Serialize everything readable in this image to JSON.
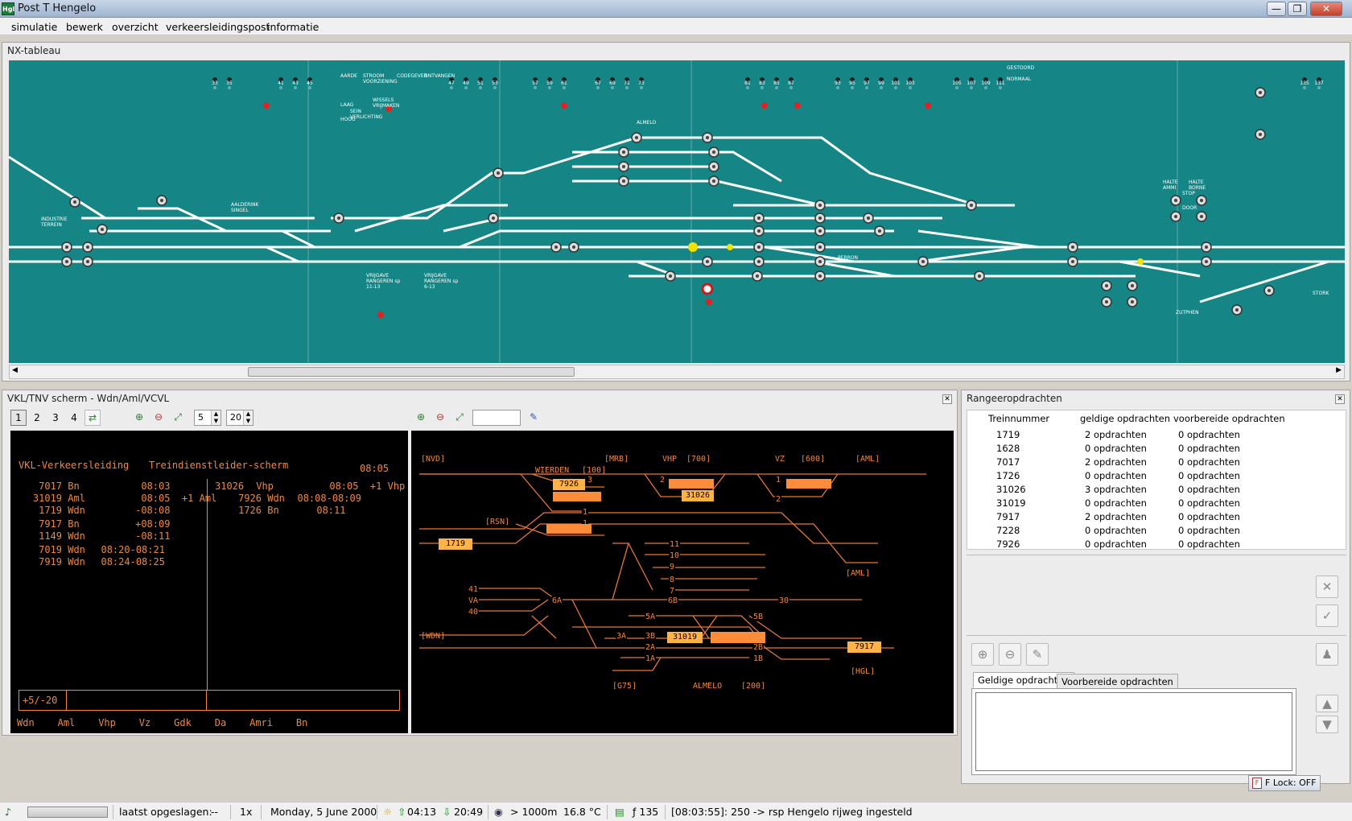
{
  "window": {
    "title": "Post T Hengelo",
    "app_icon": "Hgl"
  },
  "menu": [
    "simulatie",
    "bewerk",
    "overzicht",
    "verkeersleidingspost",
    "informatie"
  ],
  "nx": {
    "title": "NX-tableau",
    "signal_numbers": [
      "33",
      "35",
      "41",
      "43",
      "45",
      "47",
      "49",
      "51",
      "53",
      "57",
      "59",
      "61",
      "67",
      "69",
      "71",
      "73",
      "81",
      "83",
      "85",
      "87",
      "93",
      "95",
      "97",
      "99",
      "101",
      "103",
      "105",
      "107",
      "109",
      "111",
      "135",
      "137"
    ],
    "labels": {
      "aarde": "AARDE",
      "stroomvoorziening": "STROOM VOORZIENING",
      "codegever": "CODEGEVER",
      "ontvangen": "ONTVANGEN",
      "wissels_vrijmaken": "WISSELS VRIJMAKEN",
      "laag": "LAAG",
      "hoog": "HOOG",
      "seinverlichting": "SEIN VERLICHTING",
      "almelo": "ALMELO",
      "perron": "PERRON",
      "industrieterrein": "INDUSTRIE TERREIN",
      "aalderink_singel": "AALDERINK SINGEL",
      "vrijgave_1": "VRIJGAVE RANGEREN sp 11-13",
      "vrijgave_2": "VRIJGAVE RANGEREN sp 6-13",
      "gestoord": "GESTOORD",
      "normaal": "NORMAAL",
      "zutphen": "ZUTPHEN",
      "stork": "STORK",
      "halte_ammi": "HALTE AMMI",
      "halte_borne": "HALTE BORNE",
      "stop": "STOP",
      "door": "DOOR"
    }
  },
  "vkl": {
    "title": "VKL/TNV scherm - Wdn/Aml/VCVL",
    "tabs": [
      "1",
      "2",
      "3",
      "4"
    ],
    "spin_a": "5",
    "spin_b": "20",
    "header_left": "VKL-Verkeersleiding",
    "header_mid": "Treindienstleider-scherm",
    "header_time": "08:05",
    "left_rows": [
      {
        "nr": "7017",
        "st": "Bn",
        "tijd": "08:03",
        "extra": ""
      },
      {
        "nr": "31019",
        "st": "Aml",
        "tijd": "08:05",
        "extra": "+1 Aml"
      },
      {
        "nr": "1719",
        "st": "Wdn",
        "tijd": "-08:08",
        "extra": ""
      },
      {
        "nr": "7917",
        "st": "Bn",
        "tijd": "+08:09",
        "extra": ""
      },
      {
        "nr": "1149",
        "st": "Wdn",
        "tijd": "-08:11",
        "extra": ""
      },
      {
        "nr": "7019",
        "st": "Wdn",
        "tijd": "08:20-08:21",
        "extra": ""
      },
      {
        "nr": "7919",
        "st": "Wdn",
        "tijd": "08:24-08:25",
        "extra": ""
      }
    ],
    "right_rows": [
      {
        "nr": "31026",
        "st": "Vhp",
        "tijd": "08:05",
        "extra": "+1 Vhp"
      },
      {
        "nr": "7926",
        "st": "Wdn",
        "tijd": "08:08-08:09",
        "extra": ""
      },
      {
        "nr": "1726",
        "st": "Bn",
        "tijd": "08:11",
        "extra": ""
      }
    ],
    "input_box": "+5/-20",
    "stations": [
      "Wdn",
      "Aml",
      "Vhp",
      "Vz",
      "Gdk",
      "Da",
      "Amri",
      "Bn"
    ],
    "tnv": {
      "nvd": "[NVD]",
      "mrb": "[MRB]",
      "vhp": "VHP",
      "vhp_nr": "[700]",
      "vz": "VZ",
      "vz_nr": "[600]",
      "aml_top": "[AML]",
      "wierden": "WIERDEN",
      "wierden_nr": "[100]",
      "rsn": "[RSN]",
      "aml_right": "[AML]",
      "wdn": "[WDN]",
      "hgl": "[HGL]",
      "g75": "[G75]",
      "almelo": "ALMELO",
      "almelo_nr": "[200]",
      "tracks": [
        "3",
        "2",
        "1",
        "1",
        "2",
        "1",
        "2",
        "11",
        "10",
        "9",
        "8",
        "7",
        "41",
        "VA",
        "40",
        "6A",
        "6B",
        "30",
        "5A",
        "5B",
        "3A",
        "3B",
        "2A",
        "2B",
        "1A",
        "1B"
      ],
      "trains": [
        "7926",
        "31026",
        "1719",
        "31019",
        "7917"
      ]
    }
  },
  "rangeer": {
    "title": "Rangeeropdrachten",
    "columns": [
      "Treinnummer",
      "geldige opdrachten",
      "voorbereide opdrachten"
    ],
    "rows": [
      [
        "1719",
        "2 opdrachten",
        "0 opdrachten"
      ],
      [
        "1628",
        "0 opdrachten",
        "0 opdrachten"
      ],
      [
        "7017",
        "2 opdrachten",
        "0 opdrachten"
      ],
      [
        "1726",
        "0 opdrachten",
        "0 opdrachten"
      ],
      [
        "31026",
        "3 opdrachten",
        "0 opdrachten"
      ],
      [
        "31019",
        "0 opdrachten",
        "0 opdrachten"
      ],
      [
        "7917",
        "2 opdrachten",
        "0 opdrachten"
      ],
      [
        "7228",
        "0 opdrachten",
        "0 opdrachten"
      ],
      [
        "7926",
        "0 opdrachten",
        "0 opdrachten"
      ]
    ],
    "tabs": [
      "Geldige opdrachten",
      "Voorbereide opdrachten"
    ],
    "flock": "F Lock: OFF"
  },
  "status": {
    "saved_label": "laatst opgeslagen:",
    "saved_value": "--",
    "speed": "1x",
    "date": "Monday, 5 June 2000",
    "sunrise": "04:13",
    "sunset": "20:49",
    "visibility": "> 1000m",
    "temperature": "16.8 °C",
    "count": "ƒ 135",
    "message": "[08:03:55]: 250 -> rsp Hengelo rijweg ingesteld"
  }
}
